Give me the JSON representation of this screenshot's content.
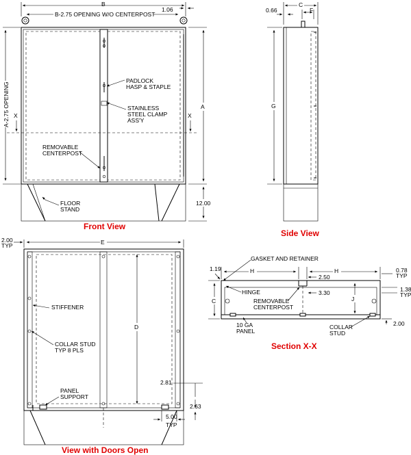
{
  "colors": {
    "title": "#e00000",
    "line": "#000000",
    "background": "#ffffff"
  },
  "titles": {
    "front": "Front View",
    "side": "Side View",
    "open": "View with Doors Open",
    "section": "Section X-X"
  },
  "front": {
    "dim_b": "B",
    "dim_106": "1.06",
    "opening_b": "B-2.75 OPENING W/O CENTERPOST",
    "opening_a": "A-2.75 OPENING",
    "dim_a": "A",
    "dim_1200": "12.00",
    "x_left": "X",
    "x_right": "X",
    "padlock_1": "PADLOCK",
    "padlock_2": "HASP & STAPLE",
    "stainless_1": "STAINLESS",
    "stainless_2": "STEEL CLAMP",
    "stainless_3": "ASS'Y",
    "removable_1": "REMOVABLE",
    "removable_2": "CENTERPOST",
    "floor_1": "FLOOR",
    "floor_2": "STAND"
  },
  "side": {
    "dim_c": "C",
    "dim_066": "0.66",
    "dim_f": "F",
    "dim_g": "G"
  },
  "open": {
    "dim_200": "2.00",
    "typ_200": "TYP",
    "dim_e": "E",
    "dim_d": "D",
    "stiffener": "STIFFENER",
    "collar_1": "COLLAR STUD",
    "collar_2": "TYP 8 PLS",
    "panel_1": "PANEL",
    "panel_2": "SUPPORT",
    "dim_281": "2.81",
    "dim_263": "2.63",
    "dim_500": "5.00",
    "typ_500": "TYP"
  },
  "section": {
    "gasket": "GASKET AND RETAINER",
    "dim_119": "1.19",
    "dim_h1": "H",
    "dim_h2": "H",
    "dim_078": "0.78",
    "typ_078": "TYP",
    "dim_250": "2.50",
    "hinge": "HINGE",
    "dim_c": "C",
    "removable_1": "REMOVABLE",
    "removable_2": "CENTERPOST",
    "dim_330": "3.30",
    "dim_j": "J",
    "dim_138": "1.38",
    "typ_138": "TYP",
    "ga_1": "10 GA",
    "ga_2": "PANEL",
    "collar_1": "COLLAR",
    "collar_2": "STUD",
    "dim_200": "2.00"
  }
}
